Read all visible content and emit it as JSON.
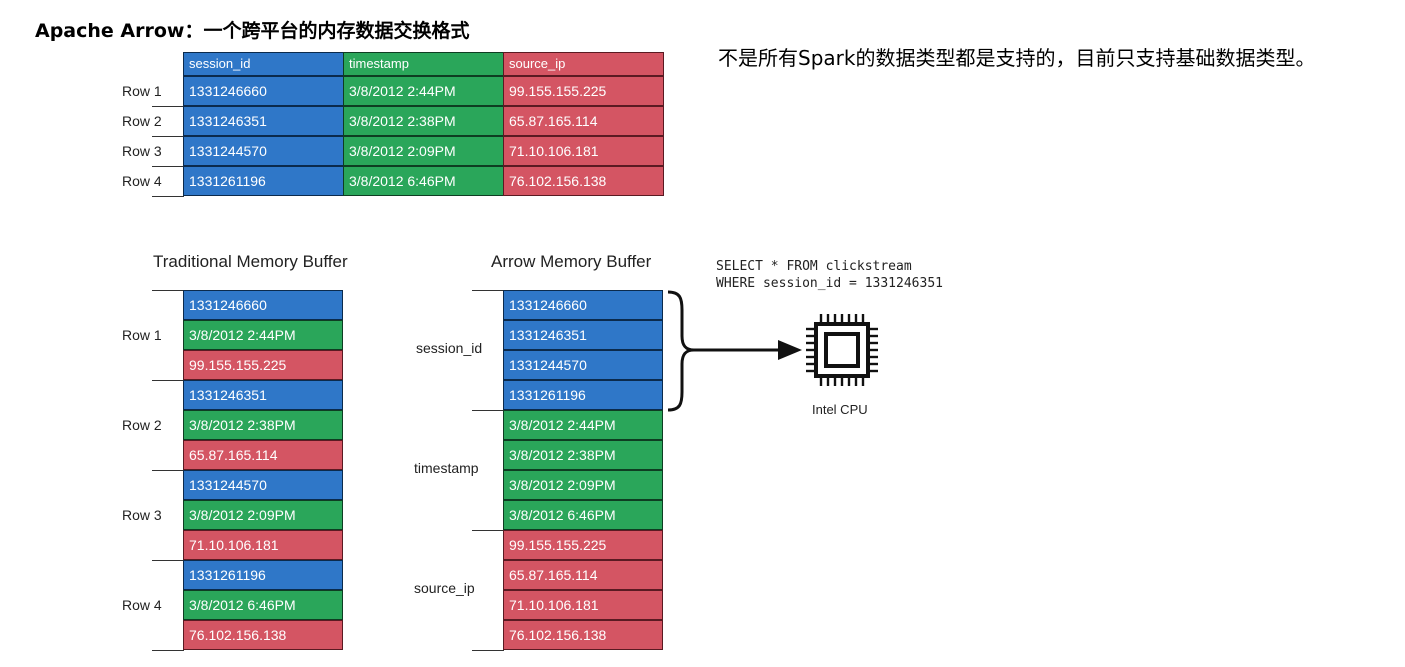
{
  "title": "Apache Arrow：一个跨平台的内存数据交换格式",
  "note": "不是所有Spark的数据类型都是支持的，目前只支持基础数据类型。",
  "table": {
    "columns": [
      "session_id",
      "timestamp",
      "source_ip"
    ],
    "rows": [
      {
        "label": "Row 1",
        "cells": [
          "1331246660",
          "3/8/2012 2:44PM",
          "99.155.155.225"
        ]
      },
      {
        "label": "Row 2",
        "cells": [
          "1331246351",
          "3/8/2012 2:38PM",
          "65.87.165.114"
        ]
      },
      {
        "label": "Row 3",
        "cells": [
          "1331244570",
          "3/8/2012 2:09PM",
          "71.10.106.181"
        ]
      },
      {
        "label": "Row 4",
        "cells": [
          "1331261196",
          "3/8/2012 6:46PM",
          "76.102.156.138"
        ]
      }
    ]
  },
  "traditional": {
    "title": "Traditional Memory Buffer",
    "groups": [
      {
        "label": "Row 1",
        "cells": [
          "1331246660",
          "3/8/2012 2:44PM",
          "99.155.155.225"
        ]
      },
      {
        "label": "Row 2",
        "cells": [
          "1331246351",
          "3/8/2012 2:38PM",
          "65.87.165.114"
        ]
      },
      {
        "label": "Row 3",
        "cells": [
          "1331244570",
          "3/8/2012 2:09PM",
          "71.10.106.181"
        ]
      },
      {
        "label": "Row 4",
        "cells": [
          "1331261196",
          "3/8/2012 6:46PM",
          "76.102.156.138"
        ]
      }
    ]
  },
  "arrow": {
    "title": "Arrow Memory Buffer",
    "groups": [
      {
        "label": "session_id",
        "color": "blue",
        "cells": [
          "1331246660",
          "1331246351",
          "1331244570",
          "1331261196"
        ]
      },
      {
        "label": "timestamp",
        "color": "green",
        "cells": [
          "3/8/2012 2:44PM",
          "3/8/2012 2:38PM",
          "3/8/2012 2:09PM",
          "3/8/2012 6:46PM"
        ]
      },
      {
        "label": "source_ip",
        "color": "red",
        "cells": [
          "99.155.155.225",
          "65.87.165.114",
          "71.10.106.181",
          "76.102.156.138"
        ]
      }
    ]
  },
  "query": {
    "line1": "SELECT * FROM clickstream",
    "line2": "WHERE session_id = 1331246351"
  },
  "cpu": {
    "label": "Intel CPU",
    "icon": "cpu-chip-icon"
  },
  "colors": {
    "blue": "#2f77c8",
    "green": "#2aa65a",
    "red": "#d45563"
  }
}
